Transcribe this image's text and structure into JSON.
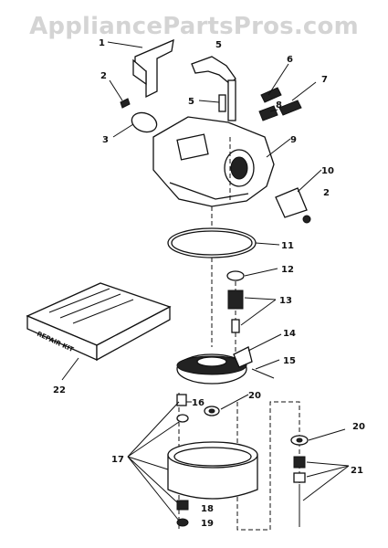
{
  "watermark": "AppliancePartsPros.com",
  "kit_label": "REPAIR KIT",
  "callouts": {
    "c1": "1",
    "c2a": "2",
    "c2b": "2",
    "c3": "3",
    "c5a": "5",
    "c5b": "5",
    "c6": "6",
    "c7": "7",
    "c8": "8",
    "c9": "9",
    "c10": "10",
    "c11": "11",
    "c12": "12",
    "c13": "13",
    "c14": "14",
    "c15": "15",
    "c16": "16",
    "c17": "17",
    "c18": "18",
    "c19": "19",
    "c20a": "20",
    "c20b": "20",
    "c21": "21",
    "c22": "22"
  }
}
